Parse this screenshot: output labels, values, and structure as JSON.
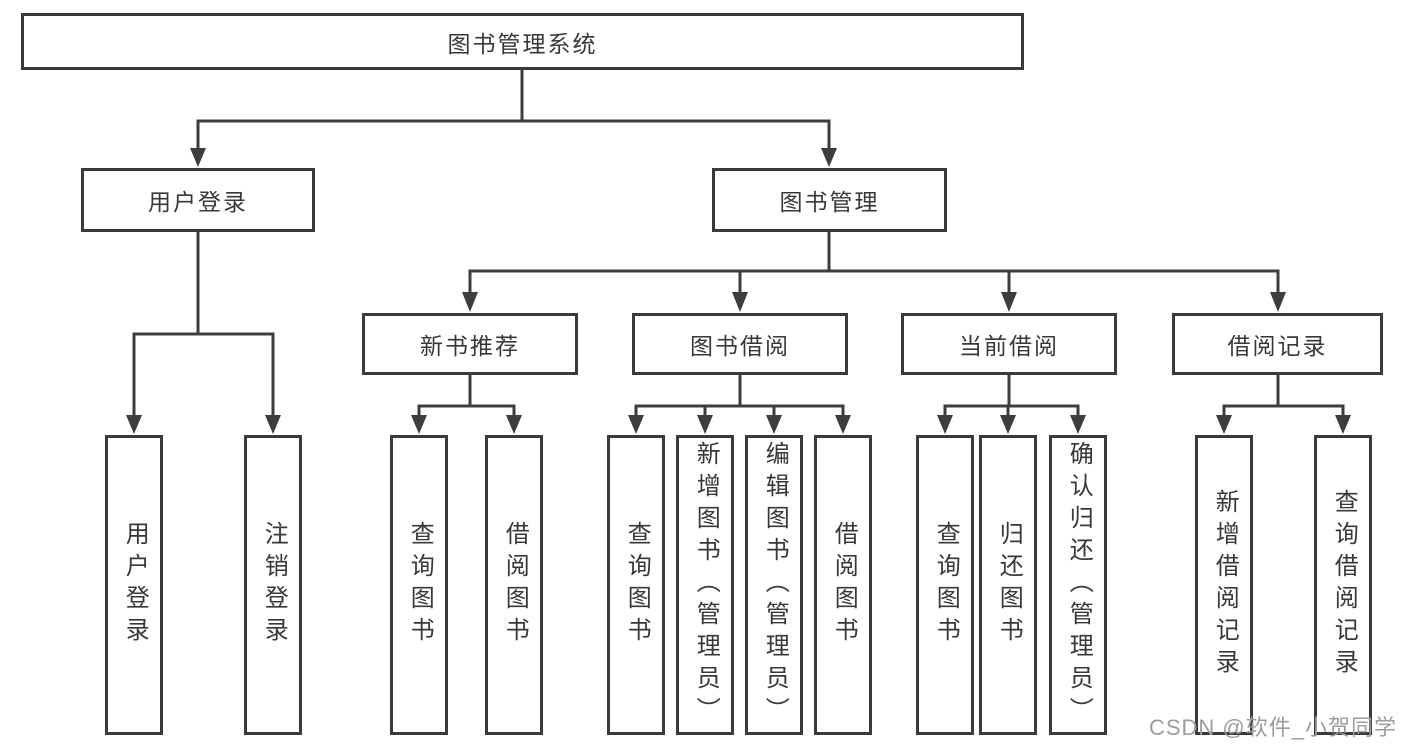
{
  "nodes": {
    "root": "图书管理系统",
    "user_login": "用户登录",
    "book_mgmt": "图书管理",
    "new_books": "新书推荐",
    "borrow": "图书借阅",
    "current": "当前借阅",
    "records": "借阅记录",
    "leaf_user_login": "用户登录",
    "leaf_logout": "注销登录",
    "nb_query": "查询图书",
    "nb_borrow": "借阅图书",
    "bw_query": "查询图书",
    "bw_add": "新增图书（管理员）",
    "bw_edit": "编辑图书（管理员）",
    "bw_borrow": "借阅图书",
    "cur_query": "查询图书",
    "cur_return": "归还图书",
    "cur_confirm": "确认归还（管理员）",
    "rec_add": "新增借阅记录",
    "rec_query": "查询借阅记录"
  },
  "hierarchy": {
    "图书管理系统": {
      "用户登录": [
        "用户登录",
        "注销登录"
      ],
      "图书管理": {
        "新书推荐": [
          "查询图书",
          "借阅图书"
        ],
        "图书借阅": [
          "查询图书",
          "新增图书（管理员）",
          "编辑图书（管理员）",
          "借阅图书"
        ],
        "当前借阅": [
          "查询图书",
          "归还图书",
          "确认归还（管理员）"
        ],
        "借阅记录": [
          "新增借阅记录",
          "查询借阅记录"
        ]
      }
    }
  },
  "watermark": "CSDN @软件_小贺同学",
  "colors": {
    "border": "#3a3a3a",
    "text": "#383838",
    "line": "#3d3d3d",
    "watermark": "#9c9c9c",
    "background": "#ffffff"
  }
}
